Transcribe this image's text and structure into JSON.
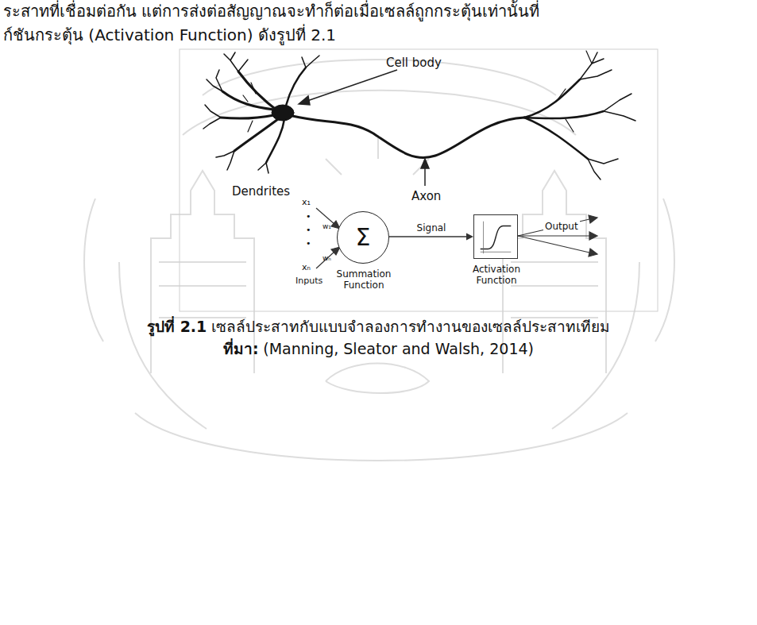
{
  "diagram": {
    "nodes": [
      {
        "text": [
          "Σ",
          "Summation Function"
        ]
      },
      {
        "text": [
          "Activation Function"
        ]
      }
    ],
    "edges": [
      {
        "from": 0,
        "to": 1,
        "label": "Signal",
        "arrow": "to"
      }
    ],
    "labels": [
      "ระสาทที่เชื่อมต่อกัน แต่การส่งต่อสัญญาณจะทำก็ต่อเมื่อเซลล์ถูกกระตุ้นเท่านั้นที่",
      "ก์ชันกระตุ้น (Activation Function) ดังรูปที่ 2.1",
      "Cell body",
      "Dendrites",
      "Axon",
      "x₁",
      "•",
      "•",
      "•",
      "xₙ",
      "w₁",
      "wₙ",
      "Inputs",
      "Output",
      "รูปที่ 2.1",
      "เซลล์ประสาทกับแบบจำลองการทำงานของเซลล์ประสาทเทียม",
      "ที่มา:",
      "(Manning, Sleator and Walsh, 2014)"
    ]
  }
}
